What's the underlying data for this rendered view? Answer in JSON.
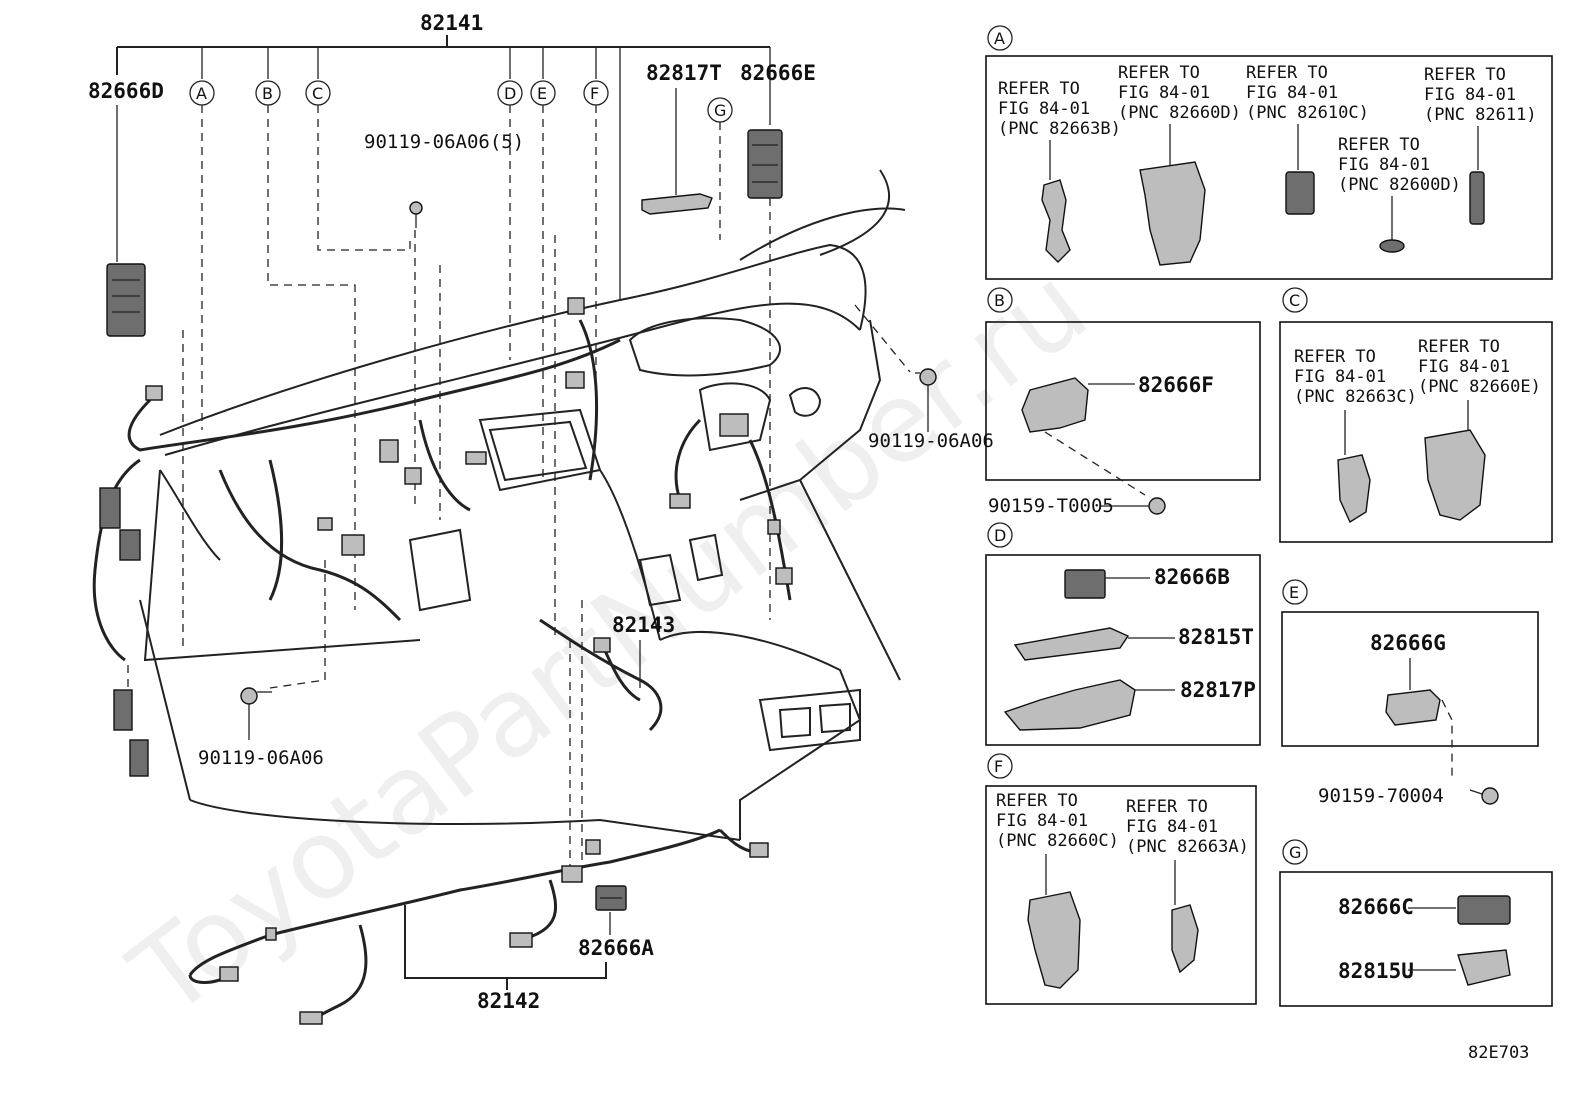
{
  "main_labels": {
    "p82141": "82141",
    "p82666D": "82666D",
    "p82817T": "82817T",
    "p82666E": "82666E",
    "p90119_06A06_5": "90119-06A06(5)",
    "p90119_06A06_right": "90119-06A06",
    "p90119_06A06_left": "90119-06A06",
    "p82143": "82143",
    "p82666A": "82666A",
    "p82142": "82142"
  },
  "callouts": [
    "A",
    "B",
    "C",
    "D",
    "E",
    "F",
    "G"
  ],
  "panel_a": {
    "ref1": [
      "REFER TO",
      "FIG 84-01",
      "(PNC 82663B)"
    ],
    "ref2": [
      "REFER TO",
      "FIG 84-01",
      "(PNC 82660D)"
    ],
    "ref3": [
      "REFER TO",
      "FIG 84-01",
      "(PNC 82610C)"
    ],
    "ref4": [
      "REFER TO",
      "FIG 84-01",
      "(PNC 82600D)"
    ],
    "ref5": [
      "REFER TO",
      "FIG 84-01",
      "(PNC 82611)"
    ]
  },
  "panel_b": {
    "part": "82666F",
    "bolt": "90159-T0005"
  },
  "panel_c": {
    "ref1": [
      "REFER TO",
      "FIG 84-01",
      "(PNC 82663C)"
    ],
    "ref2": [
      "REFER TO",
      "FIG 84-01",
      "(PNC 82660E)"
    ]
  },
  "panel_d": {
    "part1": "82666B",
    "part2": "82815T",
    "part3": "82817P"
  },
  "panel_e": {
    "part": "82666G",
    "bolt": "90159-70004"
  },
  "panel_f": {
    "ref1": [
      "REFER TO",
      "FIG 84-01",
      "(PNC 82660C)"
    ],
    "ref2": [
      "REFER TO",
      "FIG 84-01",
      "(PNC 82663A)"
    ]
  },
  "panel_g": {
    "part1": "82666C",
    "part2": "82815U"
  },
  "figure_code": "82E703",
  "watermark": "ToyotaPartNumber.ru"
}
